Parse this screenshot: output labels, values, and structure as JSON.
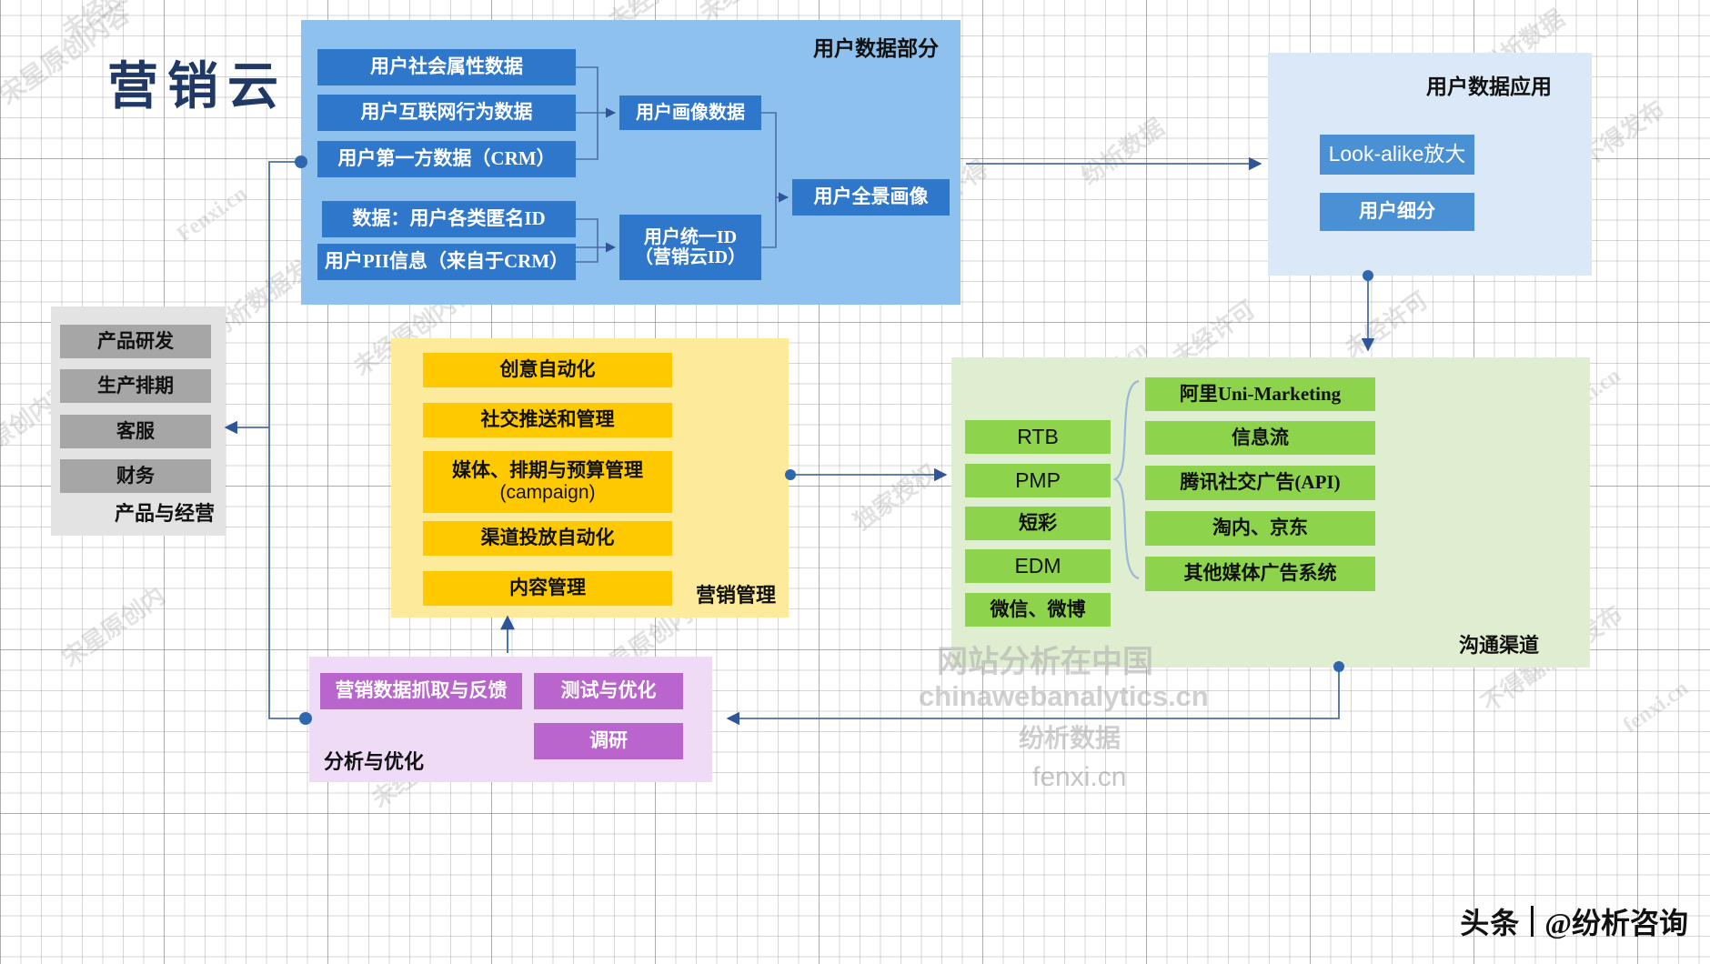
{
  "diagram": {
    "title": "营销云",
    "panels": {
      "user_data": {
        "title": "用户数据部分",
        "sources_a": [
          "用户社会属性数据",
          "用户互联网行为数据",
          "用户第一方数据（CRM）"
        ],
        "sources_b": [
          "数据：用户各类匿名ID",
          "用户PII信息（来自于CRM）"
        ],
        "mid_a": "用户画像数据",
        "mid_b": "用户统一ID\n（营销云ID）",
        "mid_b_line1": "用户统一ID",
        "mid_b_line2": "（营销云ID）",
        "output": "用户全景画像"
      },
      "user_data_app": {
        "title": "用户数据应用",
        "items": [
          "Look-alike放大",
          "用户细分"
        ]
      },
      "product_ops": {
        "title": "产品与经营",
        "items": [
          "产品研发",
          "生产排期",
          "客服",
          "财务"
        ]
      },
      "marketing_mgmt": {
        "title": "营销管理",
        "items": [
          "创意自动化",
          "社交推送和管理",
          "媒体、排期与预算管理\n(campaign)",
          "渠道投放自动化",
          "内容管理"
        ],
        "item_3_line1": "媒体、排期与预算管理",
        "item_3_line2": "(campaign)"
      },
      "channels": {
        "title": "沟通渠道",
        "left_items": [
          "RTB",
          "PMP",
          "短彩",
          "EDM",
          "微信、微博"
        ],
        "right_items": [
          "阿里Uni-Marketing",
          "信息流",
          "腾讯社交广告(API)",
          "淘内、京东",
          "其他媒体广告系统"
        ]
      },
      "analytics": {
        "title": "分析与优化",
        "items": [
          "营销数据抓取与反馈",
          "测试与优化",
          "调研"
        ]
      }
    },
    "watermarks": {
      "site_cn": "网站分析在中国",
      "site_en": "chinawebanalytics.cn",
      "analysis": "纷析数据",
      "fenxi": "fenxi.cn",
      "brand_toutiao": "头条",
      "brand_account": "@纷析咨询",
      "scattered": [
        "未经原创内容",
        "未经授权翻制或发布",
        "Fenxi.cn",
        "纷析数据",
        "未经许可",
        "独家授权",
        "不得翻制或发布",
        "宋星原创内容"
      ]
    },
    "colors": {
      "blue_panel": "#8fc1ef",
      "blue_chip": "#2f77ca",
      "light_blue_panel": "#dbe8f7",
      "gray_panel": "#e3e3e3",
      "gray_chip": "#a6a6a6",
      "yellow_panel": "#fdeb9b",
      "yellow_chip": "#ffc900",
      "green_panel": "#dfedd0",
      "green_chip": "#8ed34c",
      "purple_panel": "#f0dbf7",
      "purple_chip": "#b965cd",
      "title": "#1f3864",
      "connector": "#4472c4"
    }
  }
}
